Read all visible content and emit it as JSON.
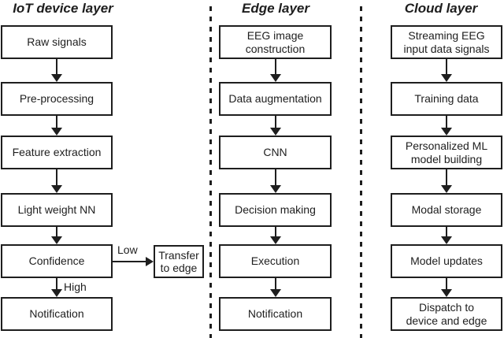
{
  "diagram": {
    "columns": [
      {
        "title": "IoT device layer",
        "boxes": [
          "Raw signals",
          "Pre-processing",
          "Feature extraction",
          "Light weight NN",
          "Confidence",
          "Notification"
        ]
      },
      {
        "title": "Edge layer",
        "boxes": [
          "EEG image\nconstruction",
          "Data augmentation",
          "CNN",
          "Decision making",
          "Execution",
          "Notification"
        ]
      },
      {
        "title": "Cloud layer",
        "boxes": [
          "Streaming EEG\ninput data signals",
          "Training data",
          "Personalized ML\nmodel building",
          "Modal storage",
          "Model updates",
          "Dispatch to\ndevice and edge"
        ]
      }
    ],
    "branch": {
      "low_label": "Low",
      "high_label": "High",
      "target_box": "Transfer\nto edge"
    },
    "colors": {
      "ink": "#1e1e1e",
      "background": "#ffffff"
    }
  }
}
